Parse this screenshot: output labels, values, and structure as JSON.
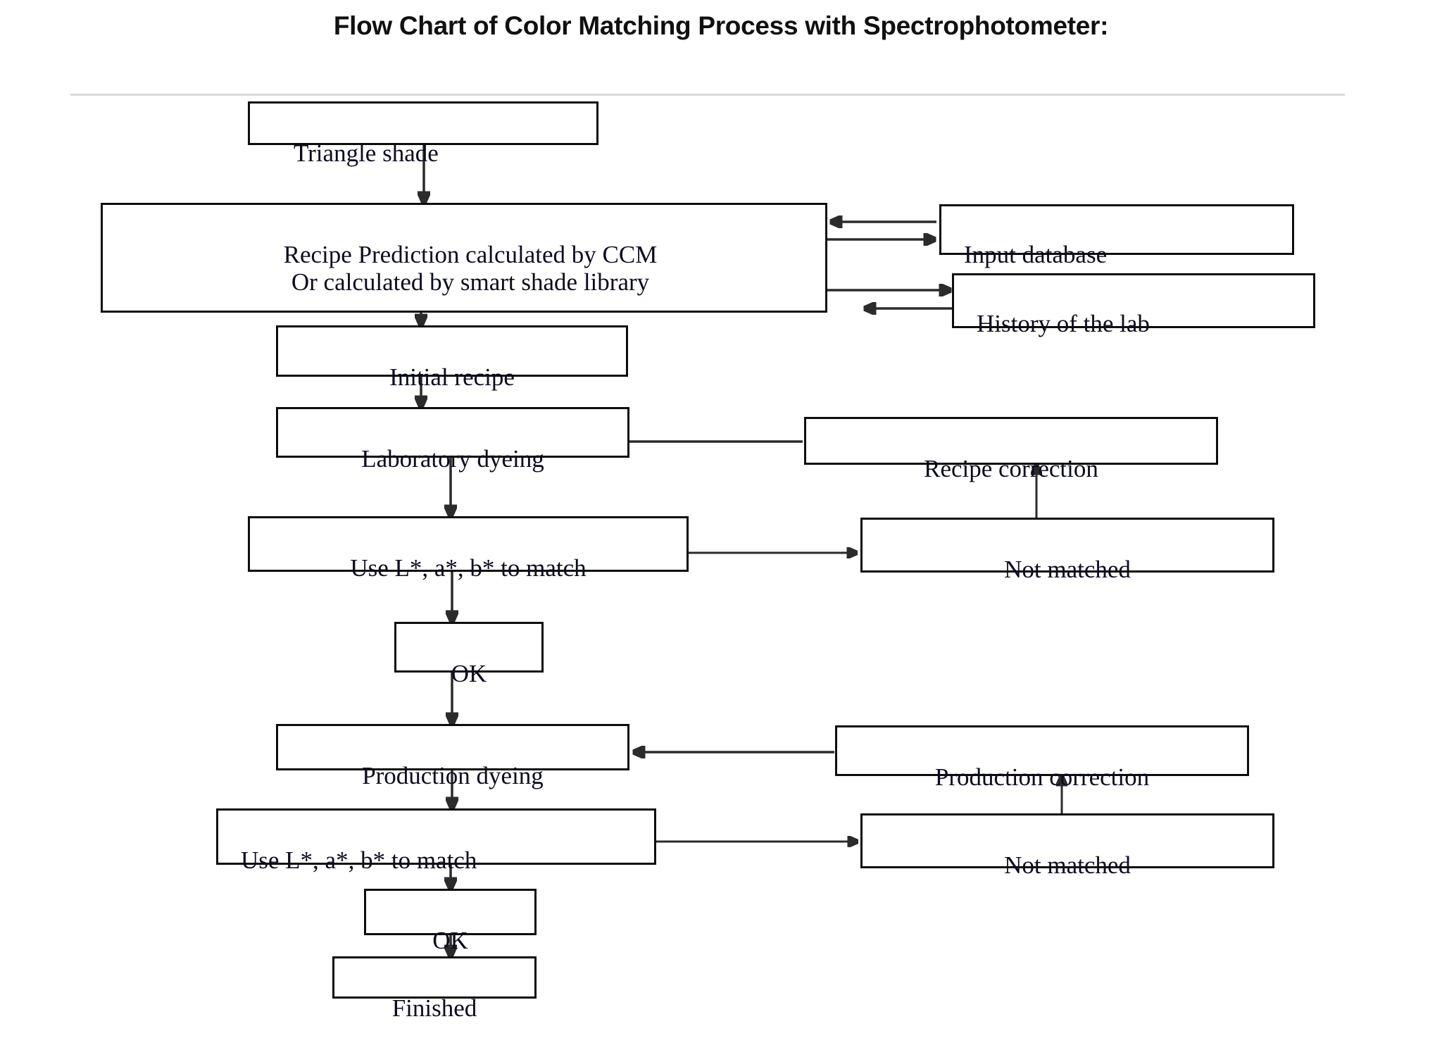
{
  "title": "Flow Chart of Color Matching Process with Spectrophotometer:",
  "flowchart": {
    "nodes": [
      {
        "id": "triangle-shade",
        "label": "Triangle shade"
      },
      {
        "id": "recipe-prediction",
        "label": "Recipe Prediction calculated by CCM\nOr calculated by smart shade library"
      },
      {
        "id": "input-database",
        "label": "Input database"
      },
      {
        "id": "history-of-the-lab",
        "label": "History of the lab"
      },
      {
        "id": "initial-recipe",
        "label": "Initial recipe"
      },
      {
        "id": "laboratory-dyeing",
        "label": "Laboratory dyeing"
      },
      {
        "id": "recipe-correction",
        "label": "Recipe correction"
      },
      {
        "id": "lab-match",
        "label": "Use L*, a*, b* to match"
      },
      {
        "id": "lab-not-matched",
        "label": "Not matched"
      },
      {
        "id": "lab-ok",
        "label": "OK"
      },
      {
        "id": "production-dyeing",
        "label": "Production dyeing"
      },
      {
        "id": "production-correction",
        "label": "Production correction"
      },
      {
        "id": "production-match",
        "label": "Use L*, a*, b* to match"
      },
      {
        "id": "production-not-matched",
        "label": "Not matched"
      },
      {
        "id": "production-ok",
        "label": "OK"
      },
      {
        "id": "finished",
        "label": "Finished"
      }
    ],
    "edges": [
      {
        "from": "triangle-shade",
        "to": "recipe-prediction",
        "direction": "down"
      },
      {
        "from": "input-database",
        "to": "recipe-prediction",
        "direction": "left"
      },
      {
        "from": "recipe-prediction",
        "to": "input-database",
        "direction": "right"
      },
      {
        "from": "recipe-prediction",
        "to": "history-of-the-lab",
        "direction": "right"
      },
      {
        "from": "history-of-the-lab",
        "to": "recipe-prediction",
        "direction": "left"
      },
      {
        "from": "recipe-prediction",
        "to": "initial-recipe",
        "direction": "down"
      },
      {
        "from": "initial-recipe",
        "to": "laboratory-dyeing",
        "direction": "down"
      },
      {
        "from": "recipe-correction",
        "to": "laboratory-dyeing",
        "direction": "left"
      },
      {
        "from": "laboratory-dyeing",
        "to": "lab-match",
        "direction": "down"
      },
      {
        "from": "lab-match",
        "to": "lab-not-matched",
        "direction": "right"
      },
      {
        "from": "lab-not-matched",
        "to": "recipe-correction",
        "direction": "up"
      },
      {
        "from": "lab-match",
        "to": "lab-ok",
        "direction": "down"
      },
      {
        "from": "lab-ok",
        "to": "production-dyeing",
        "direction": "down"
      },
      {
        "from": "production-correction",
        "to": "production-dyeing",
        "direction": "left"
      },
      {
        "from": "production-dyeing",
        "to": "production-match",
        "direction": "down"
      },
      {
        "from": "production-match",
        "to": "production-not-matched",
        "direction": "right"
      },
      {
        "from": "production-not-matched",
        "to": "production-correction",
        "direction": "up"
      },
      {
        "from": "production-match",
        "to": "production-ok",
        "direction": "down"
      },
      {
        "from": "production-ok",
        "to": "finished",
        "direction": "down"
      }
    ]
  },
  "colors": {
    "box_border": "#0d0d0d",
    "connector": "#2b2b2b",
    "divider": "#d9d9d9",
    "text": "#0c0c1f",
    "background": "#ffffff"
  }
}
